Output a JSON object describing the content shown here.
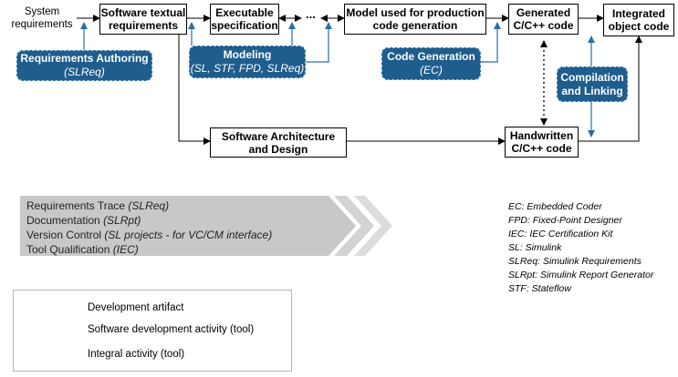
{
  "inputs": {
    "system_requirements": "System\nrequirements"
  },
  "artifacts": {
    "software_textual_requirements": "Software textual\nrequirements",
    "executable_specification": "Executable\nspecification",
    "ellipsis": "...",
    "model_production": "Model used for production\ncode generation",
    "generated_code": "Generated\nC/C++ code",
    "integrated_object_code": "Integrated\nobject code",
    "software_architecture": "Software Architecture\nand Design",
    "handwritten_code": "Handwritten\nC/C++ code"
  },
  "activities": {
    "requirements_authoring": {
      "name": "Requirements Authoring",
      "tool": "(SLReq)"
    },
    "modeling": {
      "name": "Modeling",
      "tool": "(SL, STF, FPD, SLReq)"
    },
    "code_generation": {
      "name": "Code Generation",
      "tool": "(EC)"
    },
    "compilation": {
      "name": "Compilation\nand Linking"
    }
  },
  "integral_activities": [
    {
      "label": "Requirements Trace",
      "tool": "(SLReq)"
    },
    {
      "label": "Documentation",
      "tool": "(SLRpt)"
    },
    {
      "label": "Version Control",
      "tool": "(SL projects - for VC/CM interface)"
    },
    {
      "label": "Tool Qualification",
      "tool": "(IEC)"
    }
  ],
  "abbreviations": [
    "EC: Embedded Coder",
    "FPD: Fixed-Point Designer",
    "IEC: IEC Certification Kit",
    "SL: Simulink",
    "SLReq: Simulink Requirements",
    "SLRpt: Simulink Report Generator",
    "STF: Stateflow"
  ],
  "legend": {
    "artifact": "Development artifact",
    "activity": "Software development activity (tool)",
    "integral": "Integral activity (tool)"
  },
  "colors": {
    "activity_fill": "#1f5d8c",
    "activity_border": "#a9c8e6",
    "connector_blue": "#2a6fa6",
    "chevron_gray": "#c8c8c8"
  }
}
